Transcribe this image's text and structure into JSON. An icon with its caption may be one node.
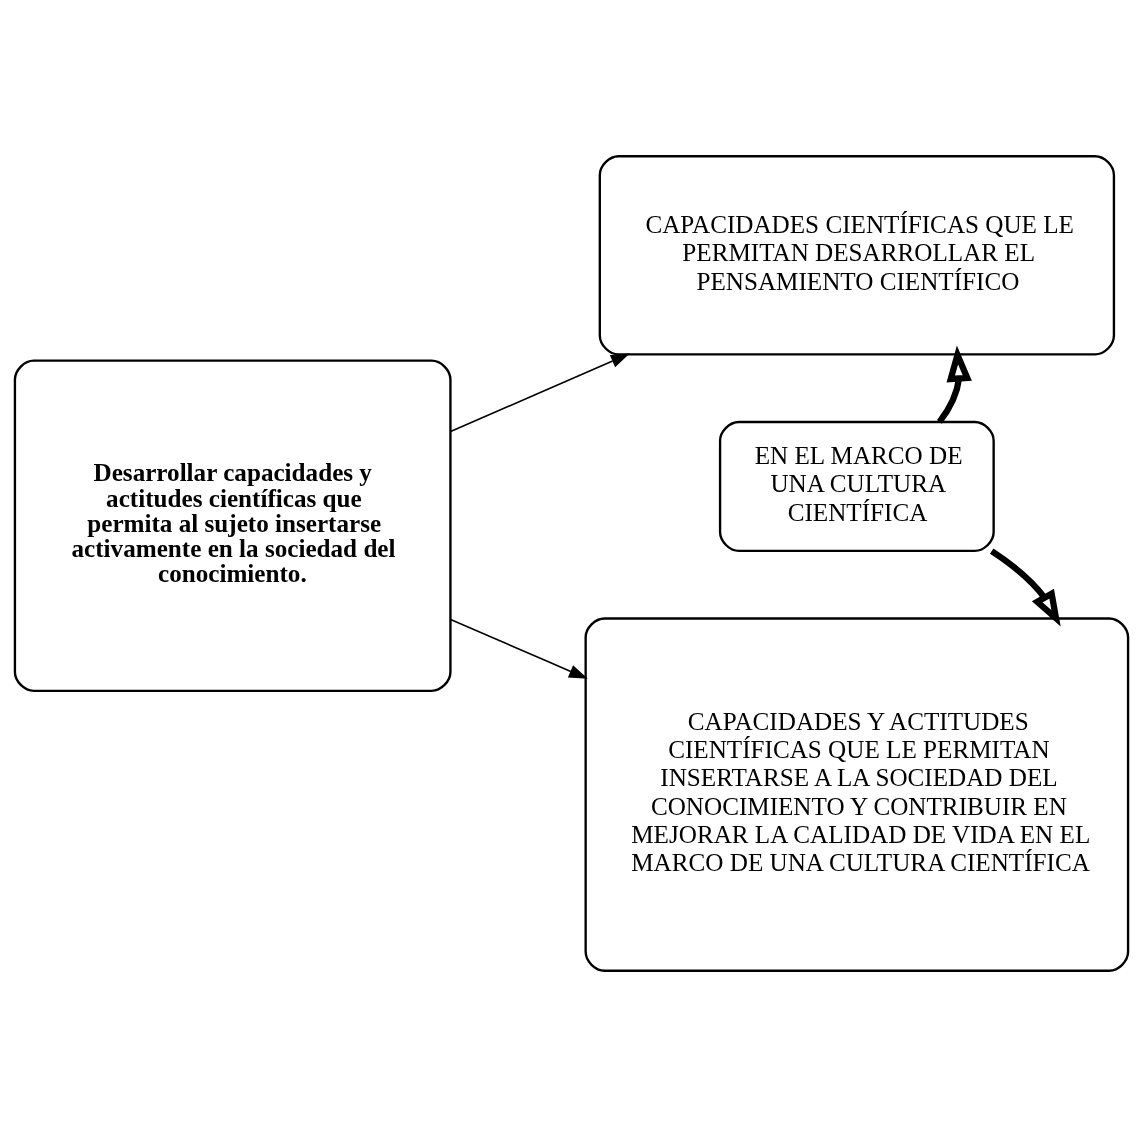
{
  "diagram": {
    "nodes": [
      {
        "text": [
          "Desarrollar capacidades y actitudes científicas que permita al sujeto insertarse activamente en la sociedad del conocimiento."
        ]
      },
      {
        "text": [
          "CAPACIDADES CIENTÍFICAS QUE LE PERMITAN DESARROLLAR EL PENSAMIENTO CIENTÍFICO"
        ]
      },
      {
        "text": [
          "EN EL MARCO DE UNA CULTURA CIENTÍFICA"
        ]
      },
      {
        "text": [
          "CAPACIDADES Y ACTITUDES CIENTÍFICAS QUE LE PERMITAN INSERTARSE A LA SOCIEDAD DEL CONOCIMIENTO Y CONTRIBUIR EN MEJORAR LA CALIDAD DE VIDA EN EL MARCO DE UNA CULTURA CIENTÍFICA"
        ]
      }
    ],
    "edges": [
      {
        "from": 0,
        "to": 1,
        "arrow": "to"
      },
      {
        "from": 0,
        "to": 3,
        "arrow": "to"
      },
      {
        "from": 2,
        "to": 1,
        "arrow": "to",
        "style": "thick"
      },
      {
        "from": 2,
        "to": 3,
        "arrow": "to",
        "style": "thick"
      }
    ]
  }
}
